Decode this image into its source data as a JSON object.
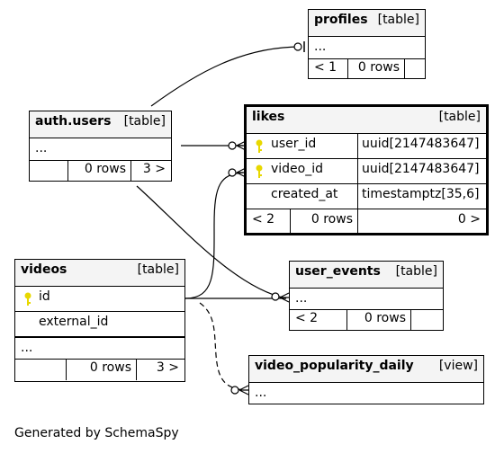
{
  "tables": {
    "profiles": {
      "name": "profiles",
      "kind": "[table]",
      "more": "...",
      "parents": "< 1",
      "rows": "0 rows",
      "children": ""
    },
    "auth_users": {
      "name": "auth.users",
      "kind": "[table]",
      "more": "...",
      "parents": "",
      "rows": "0 rows",
      "children": "3 >"
    },
    "likes": {
      "name": "likes",
      "kind": "[table]",
      "columns": [
        {
          "name": "user_id",
          "type": "uuid[2147483647]",
          "key": true
        },
        {
          "name": "video_id",
          "type": "uuid[2147483647]",
          "key": true
        },
        {
          "name": "created_at",
          "type": "timestamptz[35,6]",
          "key": false
        }
      ],
      "parents": "< 2",
      "rows": "0 rows",
      "children": "0 >"
    },
    "videos": {
      "name": "videos",
      "kind": "[table]",
      "columns": [
        {
          "name": "id",
          "key": true
        },
        {
          "name": "external_id",
          "key": false
        }
      ],
      "more": "...",
      "parents": "",
      "rows": "0 rows",
      "children": "3 >"
    },
    "user_events": {
      "name": "user_events",
      "kind": "[table]",
      "more": "...",
      "parents": "< 2",
      "rows": "0 rows",
      "children": ""
    },
    "video_popularity_daily": {
      "name": "video_popularity_daily",
      "kind": "[view]",
      "more": "..."
    }
  },
  "footer": "Generated by SchemaSpy",
  "colors": {
    "key_icon": "#e8d800",
    "header_bg": "#f4f4f4"
  }
}
